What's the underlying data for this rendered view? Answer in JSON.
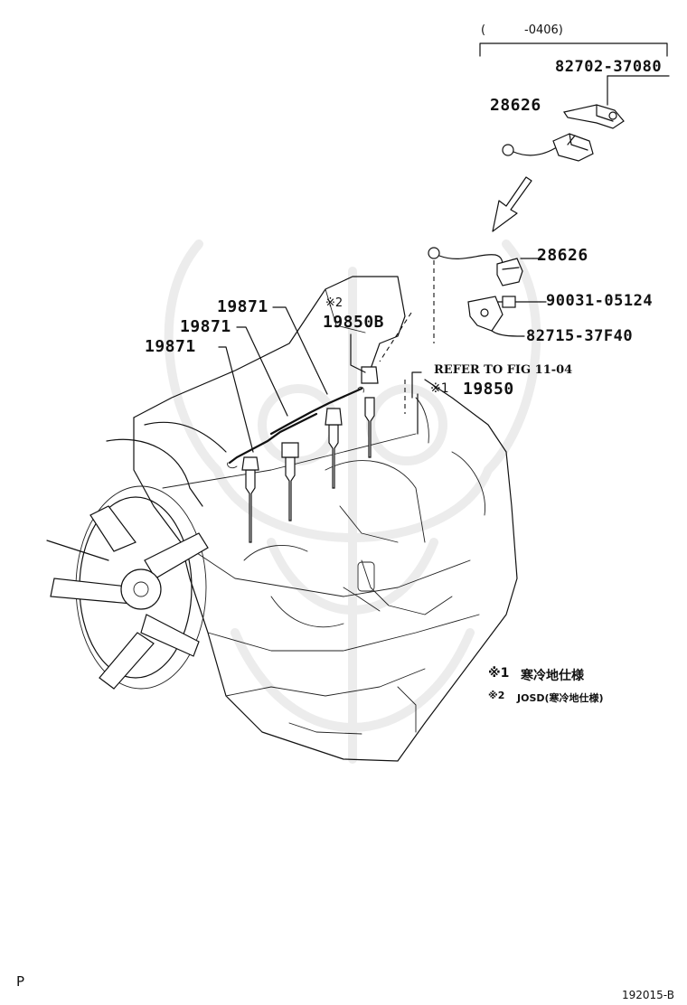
{
  "header": {
    "range_open": "(",
    "range_value": "-0406)"
  },
  "labels": {
    "p_82702_37080": "82702-37080",
    "p_28626_top": "28626",
    "p_28626_mid": "28626",
    "p_90031_05124": "90031-05124",
    "p_82715_37F40": "82715-37F40",
    "p_19871_a": "19871",
    "p_19871_b": "19871",
    "p_19871_c": "19871",
    "mark2": "※2",
    "p_19850B": "19850B",
    "refer": "REFER TO FIG 11-04",
    "mark1": "※1",
    "p_19850": "19850"
  },
  "legend": {
    "note1_mark": "※1",
    "note1_text": "寒冷地仕様",
    "note2_mark": "※2",
    "note2_text": "JOSD(寒冷地仕様)"
  },
  "footer": {
    "left_letter": "P",
    "figure_code": "192015-B"
  },
  "colors": {
    "line": "#111111",
    "background": "#ffffff",
    "watermark": "#ececec"
  }
}
